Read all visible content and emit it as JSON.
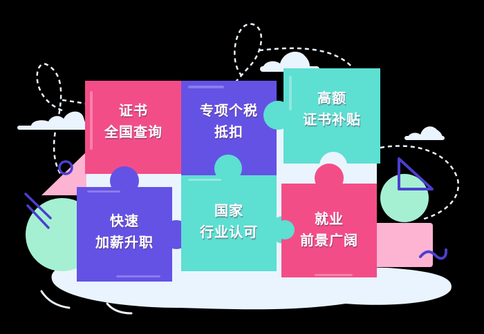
{
  "colors": {
    "pink": "#F34D87",
    "purple": "#6452E5",
    "teal": "#5DDFD2",
    "mint": "#A5F0D2",
    "light_pink": "#FDB4D2",
    "cloud": "#EAF4FE",
    "accent_blue": "#4B3FD0"
  },
  "pieces": [
    {
      "id": "cert-query",
      "line1": "证书",
      "line2": "全国查询",
      "color": "pink"
    },
    {
      "id": "tax-deduction",
      "line1": "专项个税",
      "line2": "抵扣",
      "color": "purple"
    },
    {
      "id": "high-subsidy",
      "line1": "高额",
      "line2": "证书补贴",
      "color": "teal"
    },
    {
      "id": "fast-promotion",
      "line1": "快速",
      "line2": "加薪升职",
      "color": "purple"
    },
    {
      "id": "national-recognition",
      "line1": "国家",
      "line2": "行业认可",
      "color": "teal"
    },
    {
      "id": "career-prospects",
      "line1": "就业",
      "line2": "前景广阔",
      "color": "pink"
    }
  ]
}
